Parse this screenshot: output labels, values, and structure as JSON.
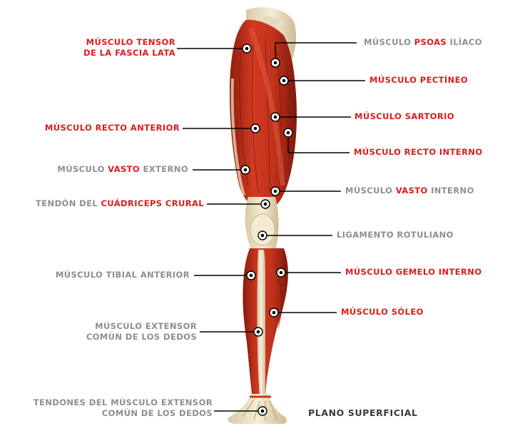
{
  "labels": {
    "tensor_line1": "MÚSCULO TENSOR",
    "tensor_line2": "DE LA FASCIA LATA",
    "psoas_pre": "MÚSCULO ",
    "psoas_hl": "PSOAS",
    "psoas_post": " ILÍACO",
    "pectineo": "MÚSCULO PECTÍNEO",
    "sartorio": "MÚSCULO SARTORIO",
    "recto_anterior": "MÚSCULO RECTO ANTERIOR",
    "recto_interno": "MÚSCULO RECTO INTERNO",
    "vasto_ext_pre": "MÚSCULO ",
    "vasto_ext_hl": "VASTO",
    "vasto_ext_post": " EXTERNO",
    "vasto_int_pre": "MÚSCULO ",
    "vasto_int_hl": "VASTO",
    "vasto_int_post": " INTERNO",
    "cuad_pre": "TENDÓN DEL ",
    "cuad_hl": "CUÁDRICEPS CRURAL",
    "ligamento": "LIGAMENTO ROTULIANO",
    "tibial": "MÚSCULO TIBIAL ANTERIOR",
    "gemelo": "MÚSCULO GEMELO INTERNO",
    "extensor_line1": "MÚSCULO EXTENSOR",
    "extensor_line2": "COMÚN DE LOS DEDOS",
    "soleo": "MÚSCULO SÓLEO",
    "tendones_line1": "TENDONES DEL MÚSCULO EXTENSOR",
    "tendones_line2": "COMÚN DE LOS DEDOS"
  },
  "title": "PLANO SUPERFICIAL",
  "colors": {
    "highlight": "#e01b1b",
    "gray_text": "#8e8e8e",
    "muscle": "#c9361f",
    "tendon": "#efe3c4"
  }
}
